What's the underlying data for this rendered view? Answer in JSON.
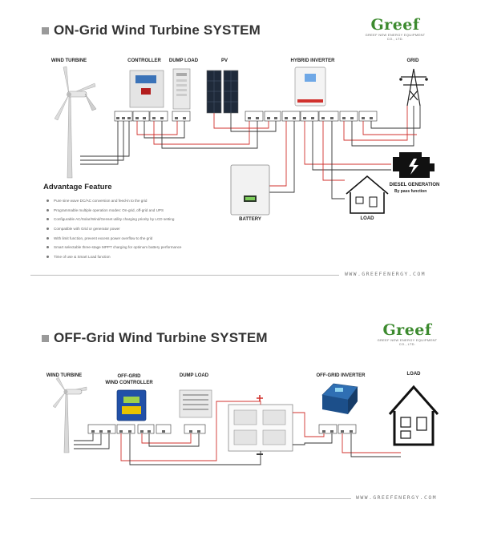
{
  "colors": {
    "brand_green": "#3c8a2e",
    "positive_wire": "#d0312d",
    "negative_wire": "#333333",
    "title_square": "#9a9a9a"
  },
  "on_grid": {
    "title": "ON-Grid Wind Turbine SYSTEM",
    "brand": {
      "name": "Greef",
      "tagline": "GREEF NEW ENERGY EQUIPMENT CO., LTD."
    },
    "components": {
      "wind_turbine": "WIND TURBINE",
      "controller": "CONTROLLER",
      "dump_load": "DUMP LOAD",
      "pv": "PV",
      "hybrid_inverter": "HYBRID INVERTER",
      "grid": "GRID",
      "battery": "BATTERY",
      "load": "LOAD",
      "diesel_generation": "DIESEL GENERATION",
      "diesel_note": "By pass function"
    },
    "advantage": {
      "title": "Advantage Feature",
      "items": [
        "Pure sine wave DC/AC conversion and feed-in to the grid",
        "Programmable multiple operation modes: On-grid, off-grid and UPS",
        "Configurable AC/Solar/Wind/Genset utility charging priority by LCD setting",
        "Compatible with Grid or generator power",
        "With limit function, prevent excess power overflow to the grid",
        "Smart selectable three-stage MPPT charging for optimum battery performance",
        "Time of use & Smart Load function"
      ]
    },
    "footer_url": "WWW.GREEFENERGY.COM"
  },
  "off_grid": {
    "title": "OFF-Grid Wind Turbine SYSTEM",
    "brand": {
      "name": "Greef",
      "tagline": "GREEF NEW ENERGY EQUIPMENT CO., LTD."
    },
    "components": {
      "wind_turbine": "WIND TURBINE",
      "controller_line1": "OFF-GRID",
      "controller_line2": "WIND CONTROLLER",
      "dump_load": "DUMP LOAD",
      "inverter": "OFF-GRID INVERTER",
      "load": "LOAD"
    },
    "footer_url": "WWW.GREEFENERGY.COM"
  }
}
